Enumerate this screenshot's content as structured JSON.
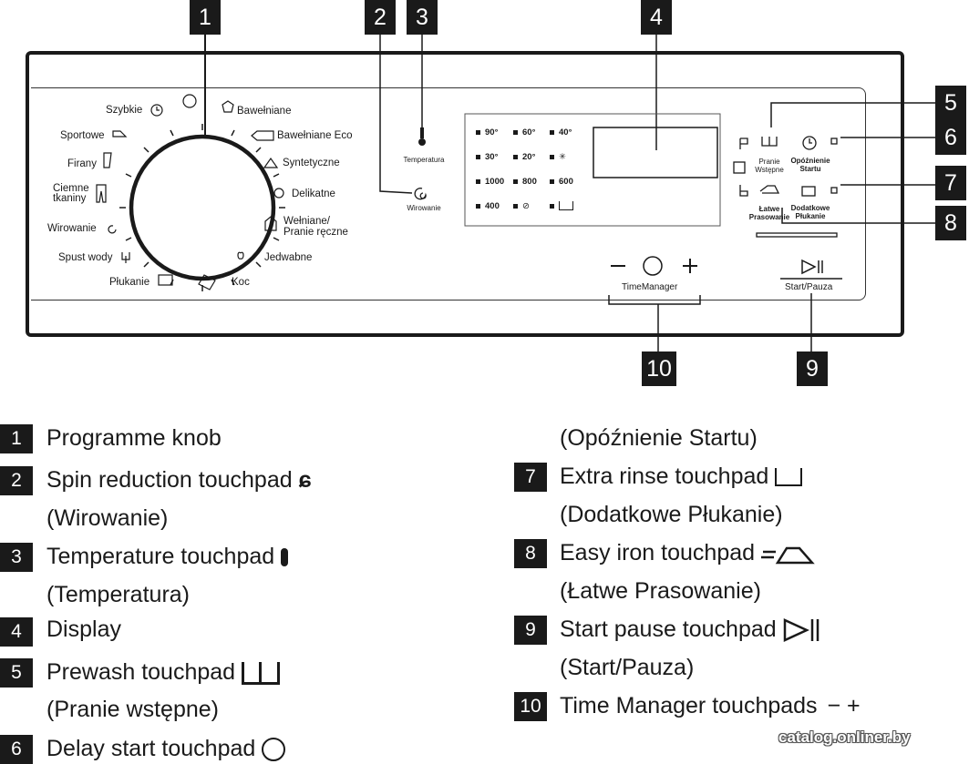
{
  "callouts": {
    "n1": "1",
    "n2": "2",
    "n3": "3",
    "n4": "4",
    "n5": "5",
    "n6": "6",
    "n7": "7",
    "n8": "8",
    "n9": "9",
    "n10": "10"
  },
  "programmes": {
    "szybkie": "Szybkie",
    "sportowe": "Sportowe",
    "firany": "Firany",
    "ciemne1": "Ciemne",
    "ciemne2": "tkaniny",
    "wirowanie": "Wirowanie",
    "spust": "Spust wody",
    "plukanie": "Płukanie",
    "koc": "Koc",
    "jedwabne": "Jedwabne",
    "welniane1": "Wełniane/",
    "welniane2": "Pranie ręczne",
    "delikatne": "Delikatne",
    "syntetyczne": "Syntetyczne",
    "bawelniane_eco": "Bawełniane Eco",
    "bawelniane": "Bawełniane"
  },
  "controls": {
    "temperatura": "Temperatura",
    "wirowanie": "Wirowanie",
    "pranie1": "Pranie",
    "pranie2": "Wstępne",
    "opoznienie1": "Opóźnienie",
    "opoznienie2": "Startu",
    "latwe1": "Łatwe",
    "latwe2": "Prasowanie",
    "dodatkowe1": "Dodatkowe",
    "dodatkowe2": "Płukanie",
    "timemanager": "TimeManager",
    "start": "Start/Pauza",
    "minus": "−",
    "plus": "+"
  },
  "display": {
    "t90": "90°",
    "t60": "60°",
    "t40": "40°",
    "t30": "30°",
    "t20": "20°",
    "s1000": "1000",
    "s800": "800",
    "s600": "600",
    "s400": "400"
  },
  "legend": {
    "i1": {
      "num": "1",
      "text": "Programme knob"
    },
    "i2": {
      "num": "2",
      "text": "Spin reduction touchpad",
      "sub": "(Wirowanie)"
    },
    "i3": {
      "num": "3",
      "text": "Temperature touchpad",
      "sub": "(Temperatura)"
    },
    "i4": {
      "num": "4",
      "text": "Display"
    },
    "i5": {
      "num": "5",
      "text": "Prewash touchpad",
      "sub": "(Pranie wstępne)"
    },
    "i6": {
      "num": "6",
      "text": "Delay start touchpad",
      "sub": "(Opóźnienie Startu)"
    },
    "i7": {
      "num": "7",
      "text": "Extra rinse touchpad",
      "sub": "(Dodatkowe Płukanie)"
    },
    "i8": {
      "num": "8",
      "text": "Easy iron touchpad",
      "sub": "(Łatwe Prasowanie)"
    },
    "i9": {
      "num": "9",
      "text": "Start pause touchpad",
      "sub": "(Start/Pauza)"
    },
    "i10": {
      "num": "10",
      "text": "Time Manager touchpads",
      "signs": "− +"
    }
  },
  "watermark": "catalog.onliner.by"
}
